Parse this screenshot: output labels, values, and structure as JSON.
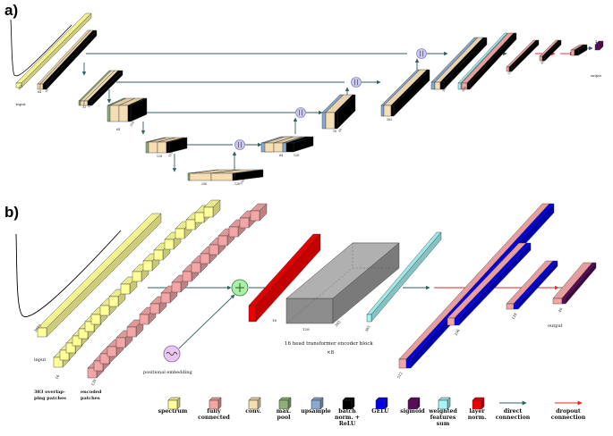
{
  "panel_a": {
    "label": "a)",
    "input_label": "input",
    "output_label": "output",
    "dim_labels": [
      "383",
      "64",
      "16",
      "32",
      "128",
      "64",
      "256",
      "128",
      "512",
      "256",
      "128",
      "256",
      "64",
      "128",
      "16",
      "64",
      "383",
      "383",
      "256",
      "128",
      "64",
      "4"
    ]
  },
  "panel_b": {
    "label": "b)",
    "input_label": "input",
    "patches_label": "383 overlap-\nping patches",
    "encoded_label": "encoded\npatches",
    "pos_embed_label": "positional embedding",
    "transformer_label": "16 head transformer encoder block",
    "transformer_repeat": "×8",
    "dim_labels": [
      "3072",
      "16",
      "128",
      "16",
      "128",
      "383",
      "383",
      "512",
      "256",
      "128",
      "40"
    ],
    "output_label": "output"
  },
  "colors": {
    "spectrum": "#ffff99",
    "fully_connected": "#f4a6a6",
    "conv": "#f5deb3",
    "max_pool": "#8fb07a",
    "upsample": "#8aa9cf",
    "batch_norm": "#000000",
    "gelu": "#0000ee",
    "sigmoid": "#5c0a5c",
    "weighted_sum": "#a6f4f4",
    "layer_norm": "#ee0000",
    "direct_connection": "#2f5f5f",
    "dropout_connection": "#ee2222"
  },
  "legend": [
    {
      "key": "spectrum",
      "label": "spectrum",
      "icon": "cube-icon"
    },
    {
      "key": "fully_connected",
      "label": "fully\nconnected",
      "icon": "cube-icon"
    },
    {
      "key": "conv",
      "label": "conv.",
      "icon": "cube-icon"
    },
    {
      "key": "max_pool",
      "label": "max.\npool",
      "icon": "cube-icon"
    },
    {
      "key": "upsample",
      "label": "upsample",
      "icon": "cube-icon"
    },
    {
      "key": "batch_norm",
      "label": "batch\nnorm. +\nReLU",
      "icon": "cube-icon"
    },
    {
      "key": "gelu",
      "label": "GELU",
      "icon": "cube-icon"
    },
    {
      "key": "sigmoid",
      "label": "sigmoid",
      "icon": "cube-icon"
    },
    {
      "key": "weighted_sum",
      "label": "weighted\nfeatures\nsum",
      "icon": "cube-icon"
    },
    {
      "key": "layer_norm",
      "label": "layer\nnorm.",
      "icon": "cube-icon"
    },
    {
      "key": "direct_connection",
      "label": "direct\nconnection",
      "icon": "arrow-icon"
    },
    {
      "key": "dropout_connection",
      "label": "dropout\nconnection",
      "icon": "arrow-icon"
    }
  ]
}
